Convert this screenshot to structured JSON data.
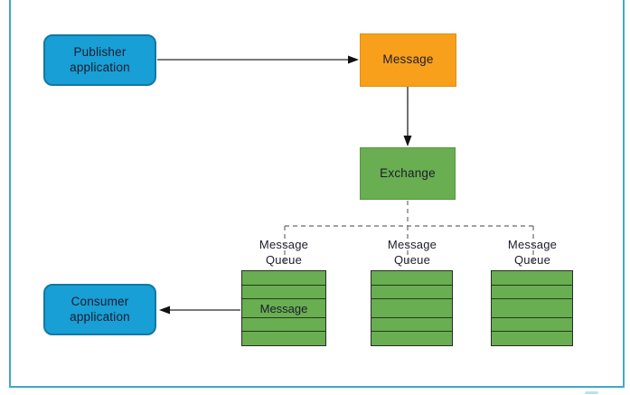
{
  "frame": {
    "border_color": "#3fa9cb"
  },
  "colors": {
    "node_blue": "#189fd5",
    "node_blue_border": "#1278a3",
    "node_orange": "#f8a01c",
    "node_green": "#69ae51",
    "queue_border": "#2a2a2a",
    "arrow_line": "#4d4d4d",
    "arrow_head": "#111111",
    "dashed_line": "#808080",
    "label_text": "#1c1c2e"
  },
  "nodes": {
    "publisher": {
      "line1": "Publisher",
      "line2": "application"
    },
    "message": {
      "label": "Message"
    },
    "exchange": {
      "label": "Exchange"
    },
    "consumer": {
      "line1": "Consumer",
      "line2": "application"
    }
  },
  "queues": {
    "count": 3,
    "stripes_per_queue": 5,
    "label": {
      "line1": "Message",
      "line2": "Queue"
    },
    "queue1_message_label": "Message"
  }
}
